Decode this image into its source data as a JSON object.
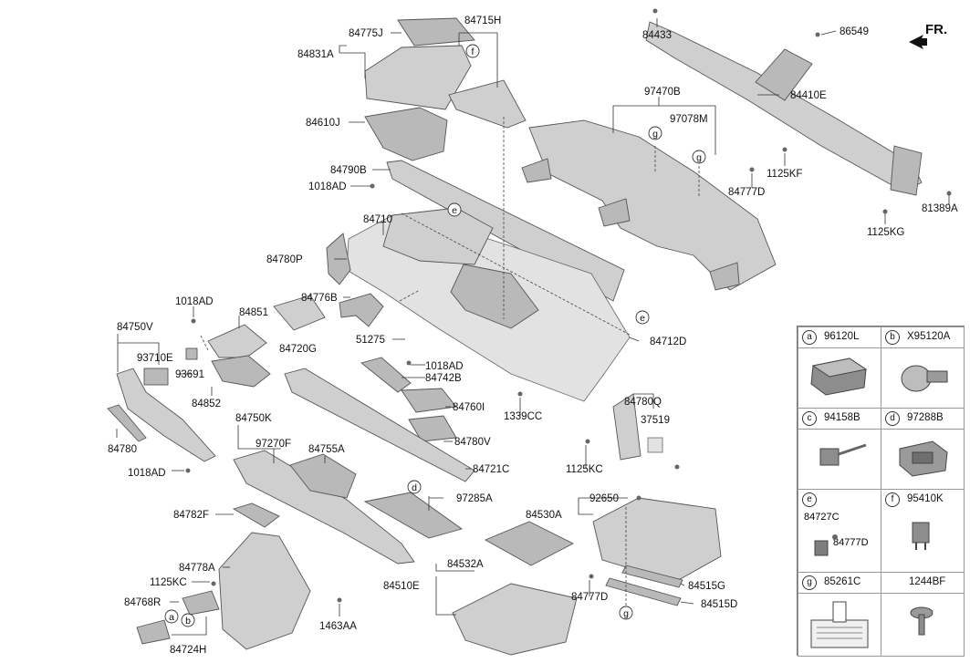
{
  "diagram": {
    "front_marker": "FR.",
    "labels": {
      "84775J": "84775J",
      "84715H": "84715H",
      "84831A": "84831A",
      "84610J": "84610J",
      "84790B": "84790B",
      "1018AD_a": "1018AD",
      "84710": "84710",
      "84780P": "84780P",
      "84776B": "84776B",
      "84720G": "84720G",
      "84851": "84851",
      "1018AD_b": "1018AD",
      "84750V": "84750V",
      "93710E": "93710E",
      "93691": "93691",
      "84852": "84852",
      "84780": "84780",
      "1018AD_c": "1018AD",
      "84750K": "84750K",
      "97270F": "97270F",
      "84755A": "84755A",
      "84782F": "84782F",
      "84778A": "84778A",
      "1125KC_a": "1125KC",
      "84768R": "84768R",
      "84724H": "84724H",
      "1463AA": "1463AA",
      "51275": "51275",
      "1018AD_d": "1018AD",
      "84742B": "84742B",
      "84760I": "84760I",
      "84780V": "84780V",
      "84721C": "84721C",
      "97285A": "97285A",
      "1339CC": "1339CC",
      "1125KC_b": "1125KC",
      "84780Q": "84780Q",
      "37519": "37519",
      "84712D": "84712D",
      "92650": "92650",
      "84530A": "84530A",
      "84532A": "84532A",
      "84510E": "84510E",
      "84777D_a": "84777D",
      "84515G": "84515G",
      "84515D": "84515D",
      "84433": "84433",
      "86549": "86549",
      "97470B": "97470B",
      "97078M": "97078M",
      "84410E": "84410E",
      "1125KF": "1125KF",
      "84777D_b": "84777D",
      "1125KG": "1125KG",
      "81389A": "81389A"
    },
    "callouts": {
      "f": "f",
      "e1": "e",
      "e2": "e",
      "g1": "g",
      "g2": "g",
      "g3": "g",
      "d": "d",
      "a": "a",
      "b": "b"
    }
  },
  "legend": {
    "cells": [
      {
        "tag": "a",
        "code": "96120L"
      },
      {
        "tag": "b",
        "code": "X95120A"
      },
      {
        "tag": "c",
        "code": "94158B"
      },
      {
        "tag": "d",
        "code": "97288B"
      },
      {
        "tag": "e",
        "code": "",
        "sub1": "84727C",
        "sub2": "84777D"
      },
      {
        "tag": "f",
        "code": "95410K"
      },
      {
        "tag": "g",
        "code": "85261C"
      },
      {
        "tag": "",
        "code": "1244BF"
      }
    ]
  }
}
